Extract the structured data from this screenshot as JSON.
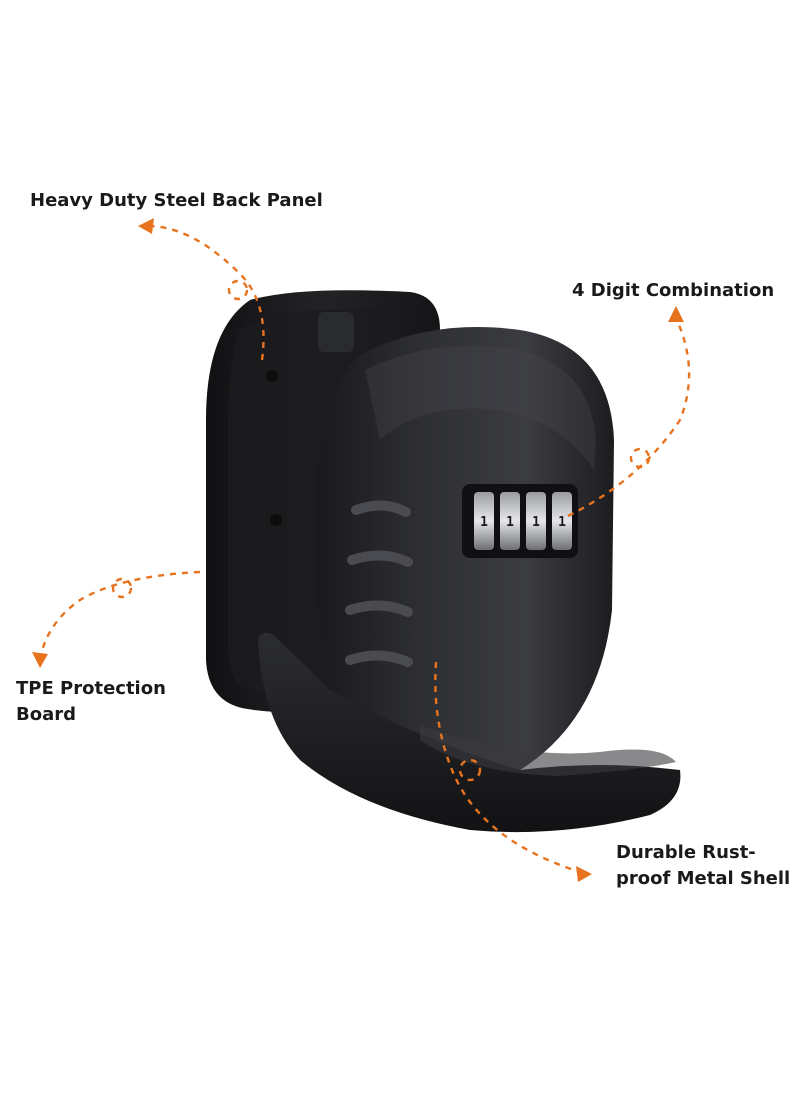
{
  "callouts": {
    "back_panel": "Heavy Duty Steel Back Panel",
    "combination": "4 Digit Combination",
    "tpe_board": "TPE Protection Board",
    "metal_shell": "Durable Rust-proof Metal Shell"
  },
  "colors": {
    "accent": "#E8731F",
    "product": "#1e1e20",
    "product_highlight": "#3a3b3f",
    "background": "#FFFFFF"
  },
  "dials": [
    "1",
    "1",
    "1",
    "1"
  ]
}
